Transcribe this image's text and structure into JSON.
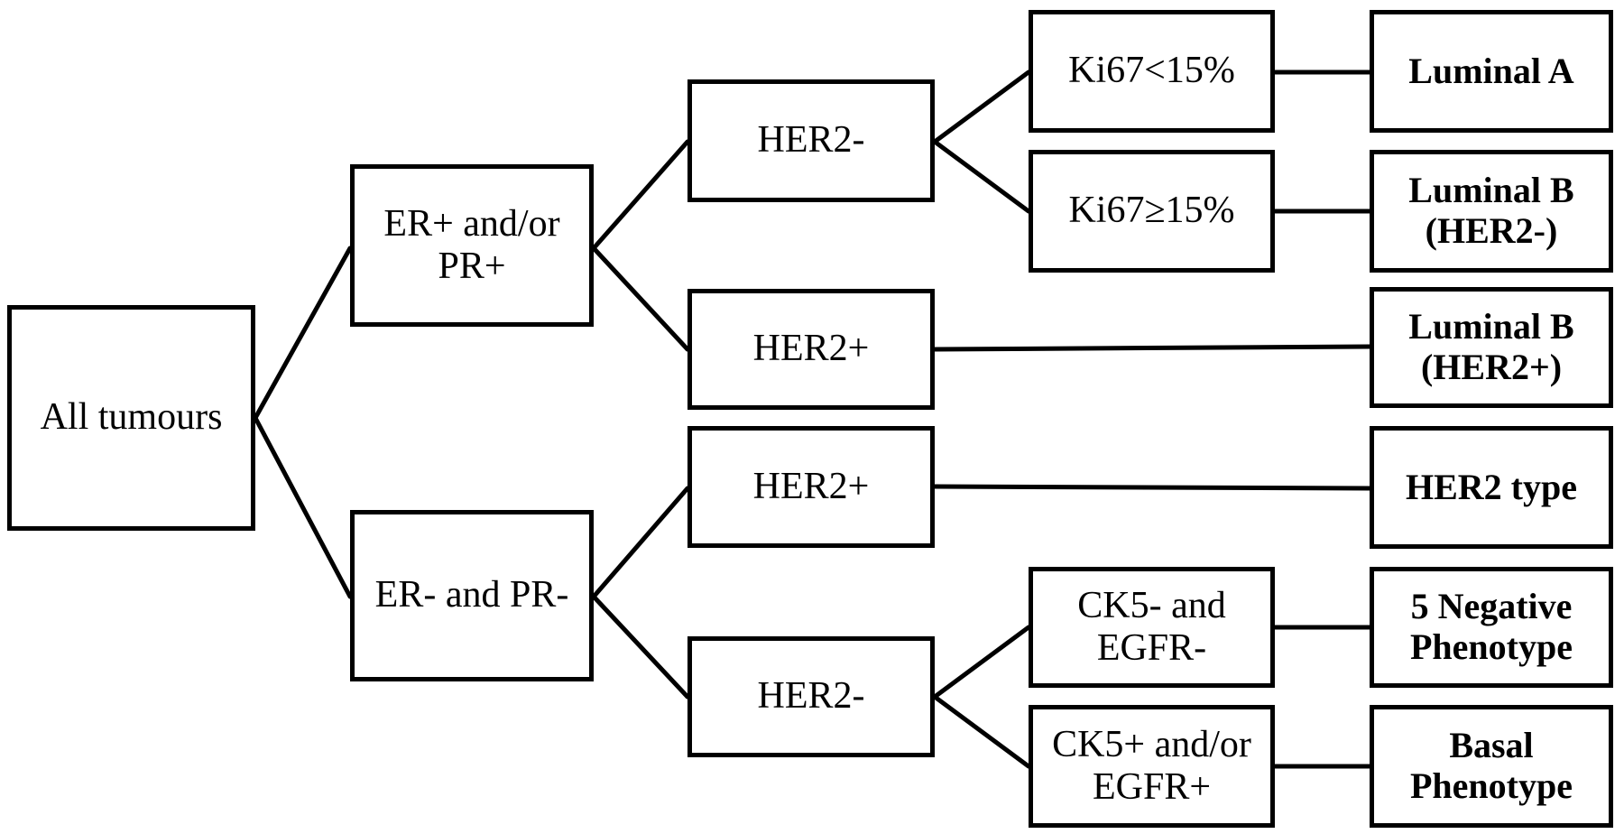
{
  "diagram": {
    "nodes": {
      "all": "All tumours",
      "er_pos": "ER+ and/or\nPR+",
      "er_neg": "ER- and PR-",
      "her2_neg_a": "HER2-",
      "her2_pos_a": "HER2+",
      "her2_pos_b": "HER2+",
      "her2_neg_b": "HER2-",
      "ki67_low": "Ki67<15%",
      "ki67_high": "Ki67≥15%",
      "ck5_neg": "CK5- and\nEGFR-",
      "ck5_pos": "CK5+ and/or\nEGFR+"
    },
    "results": {
      "luminal_a": "Luminal A",
      "luminal_b_her2neg": "Luminal B\n(HER2-)",
      "luminal_b_her2pos": "Luminal B\n(HER2+)",
      "her2_type": "HER2 type",
      "five_negative": "5 Negative\nPhenotype",
      "basal": "Basal\nPhenotype"
    },
    "colors": {
      "line": "#000000",
      "box_border": "#000000",
      "background": "#ffffff"
    }
  }
}
